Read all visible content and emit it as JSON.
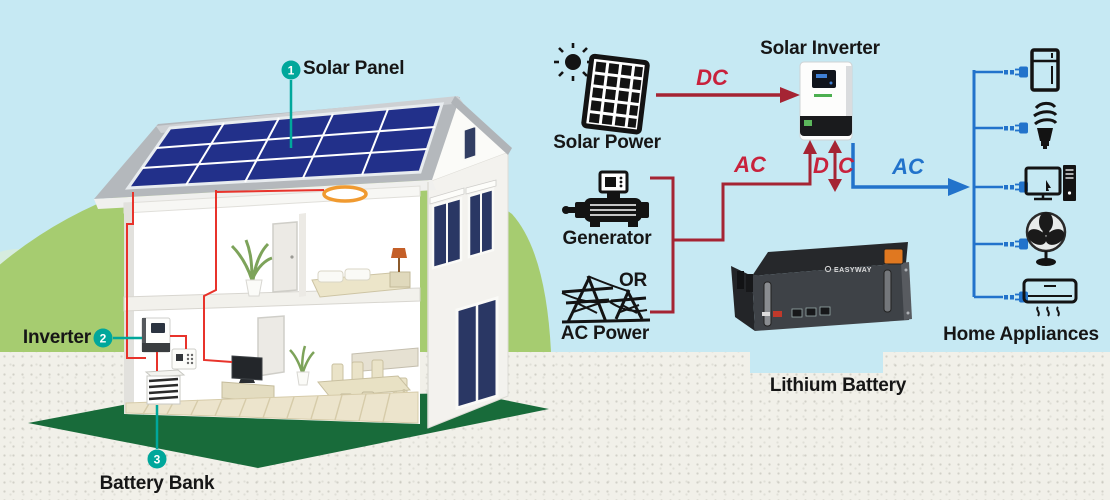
{
  "colors": {
    "sky": "#c6e9f3",
    "ground": "#f1f0e9",
    "hill_green": "#a6cc70",
    "platform_green": "#186b3a",
    "teal_marker": "#00a79b",
    "wire_red": "#e8332b",
    "flow_red": "#a52433",
    "label_red": "#c8223c",
    "flow_blue": "#2273cb",
    "icon_black": "#131313",
    "solar_panel_navy": "#22308a"
  },
  "house": {
    "markers": [
      {
        "num": "1",
        "label": "Solar Panel"
      },
      {
        "num": "2",
        "label": "Inverter"
      },
      {
        "num": "3",
        "label": "Battery Bank"
      }
    ]
  },
  "flow": {
    "solar_power_label": "Solar Power",
    "dc_label": "DC",
    "solar_inverter_label": "Solar Inverter",
    "generator_label": "Generator",
    "or_label": "OR",
    "ac_power_label": "AC Power",
    "ac_in_label": "AC",
    "d_label": "D",
    "c_label": "C",
    "ac_out_label": "AC",
    "home_appliances_label": "Home Appliances",
    "lithium_battery_label": "Lithium Battery",
    "battery_brand": "EASYWAY",
    "appliances": [
      {
        "name": "refrigerator"
      },
      {
        "name": "cfl-bulb"
      },
      {
        "name": "computer"
      },
      {
        "name": "fan"
      },
      {
        "name": "air-conditioner"
      }
    ]
  }
}
